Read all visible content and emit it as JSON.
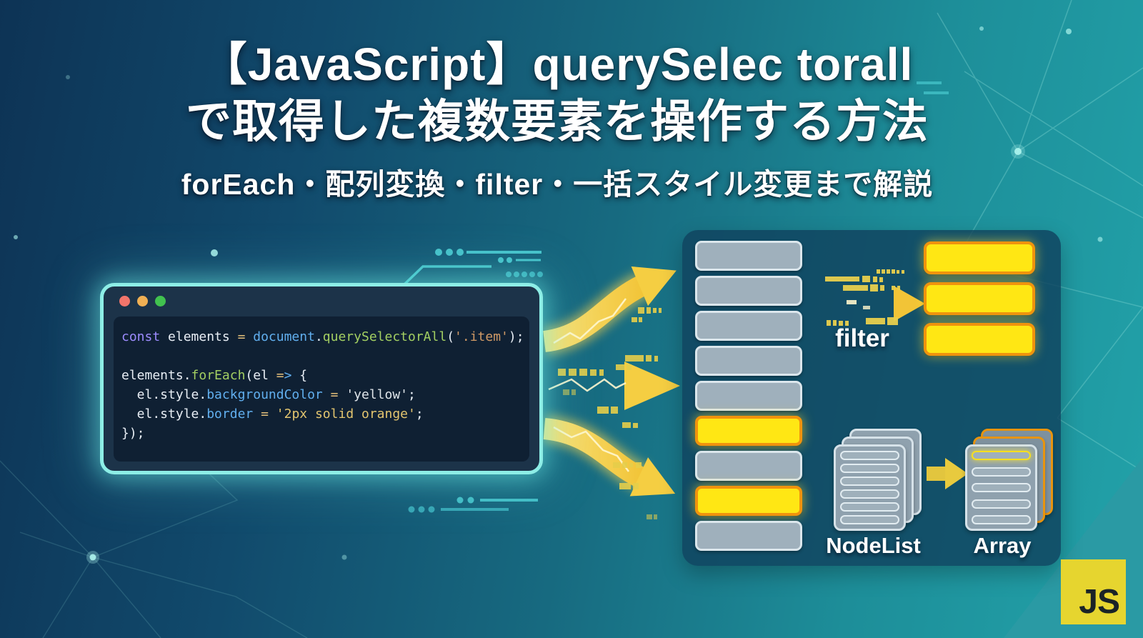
{
  "header": {
    "title_line1": "【JavaScript】querySelec torall",
    "title_line2": "で取得した複数要素を操作する方法",
    "subtitle": "forEach・配列変換・filter・一括スタイル変更まで解説"
  },
  "code_window": {
    "window_controls": [
      "close",
      "minimize",
      "zoom"
    ],
    "code_lines": [
      [
        {
          "t": "const",
          "c": "kw"
        },
        {
          "t": " elements ",
          "c": "pl"
        },
        {
          "t": "=",
          "c": "op"
        },
        {
          "t": " ",
          "c": "pl"
        },
        {
          "t": "document",
          "c": "obj"
        },
        {
          "t": ".",
          "c": "pl"
        },
        {
          "t": "querySelectorAll",
          "c": "fn"
        },
        {
          "t": "(",
          "c": "pl"
        },
        {
          "t": "'.item'",
          "c": "str"
        },
        {
          "t": ");",
          "c": "pl"
        }
      ],
      [],
      [
        {
          "t": "elements.",
          "c": "pl"
        },
        {
          "t": "forEach",
          "c": "fn"
        },
        {
          "t": "(el ",
          "c": "pl"
        },
        {
          "t": "=",
          "c": "op"
        },
        {
          "t": ">",
          "c": "obj"
        },
        {
          "t": " {",
          "c": "pl"
        }
      ],
      [
        {
          "t": "  el.style.",
          "c": "pl"
        },
        {
          "t": "backgroundColor",
          "c": "prop"
        },
        {
          "t": " ",
          "c": "pl"
        },
        {
          "t": "=",
          "c": "op"
        },
        {
          "t": " ",
          "c": "pl"
        },
        {
          "t": "'yellow'",
          "c": "strw"
        },
        {
          "t": ";",
          "c": "pl"
        }
      ],
      [
        {
          "t": "  el.style.",
          "c": "pl"
        },
        {
          "t": "border",
          "c": "prop"
        },
        {
          "t": " ",
          "c": "pl"
        },
        {
          "t": "=",
          "c": "op"
        },
        {
          "t": " ",
          "c": "pl"
        },
        {
          "t": "'2px solid orange'",
          "c": "stry"
        },
        {
          "t": ";",
          "c": "pl"
        }
      ],
      [
        {
          "t": "});",
          "c": "pl"
        }
      ]
    ]
  },
  "diagram": {
    "element_list": [
      "gray",
      "gray",
      "gray",
      "gray",
      "gray",
      "yellow",
      "gray",
      "yellow",
      "gray"
    ],
    "filter_label": "filter",
    "filter_result_count": 3,
    "nodelist": {
      "label": "NodeList",
      "bars": 6
    },
    "array": {
      "label": "Array",
      "bars": 5,
      "first_bar_highlighted": true
    }
  },
  "badge": {
    "label": "JS"
  },
  "colors": {
    "accent_cyan": "#8deee6",
    "arrow_yellow": "#f2c437",
    "element_gray": "#9fb0bc",
    "element_gray_border": "#dbe6ec",
    "highlight_yellow": "#ffe714",
    "highlight_orange": "#f0930d",
    "js_badge_yellow": "#e6d52f",
    "code_kw": "#9d8cff",
    "code_op": "#e5c07b",
    "code_obj": "#61afef",
    "code_fn": "#a3cf62",
    "code_prop": "#61afef",
    "code_str": "#d19a66",
    "code_str_white": "#dfe5ea",
    "code_str_yellow": "#e3c56f",
    "code_plain": "#e8eef5"
  }
}
